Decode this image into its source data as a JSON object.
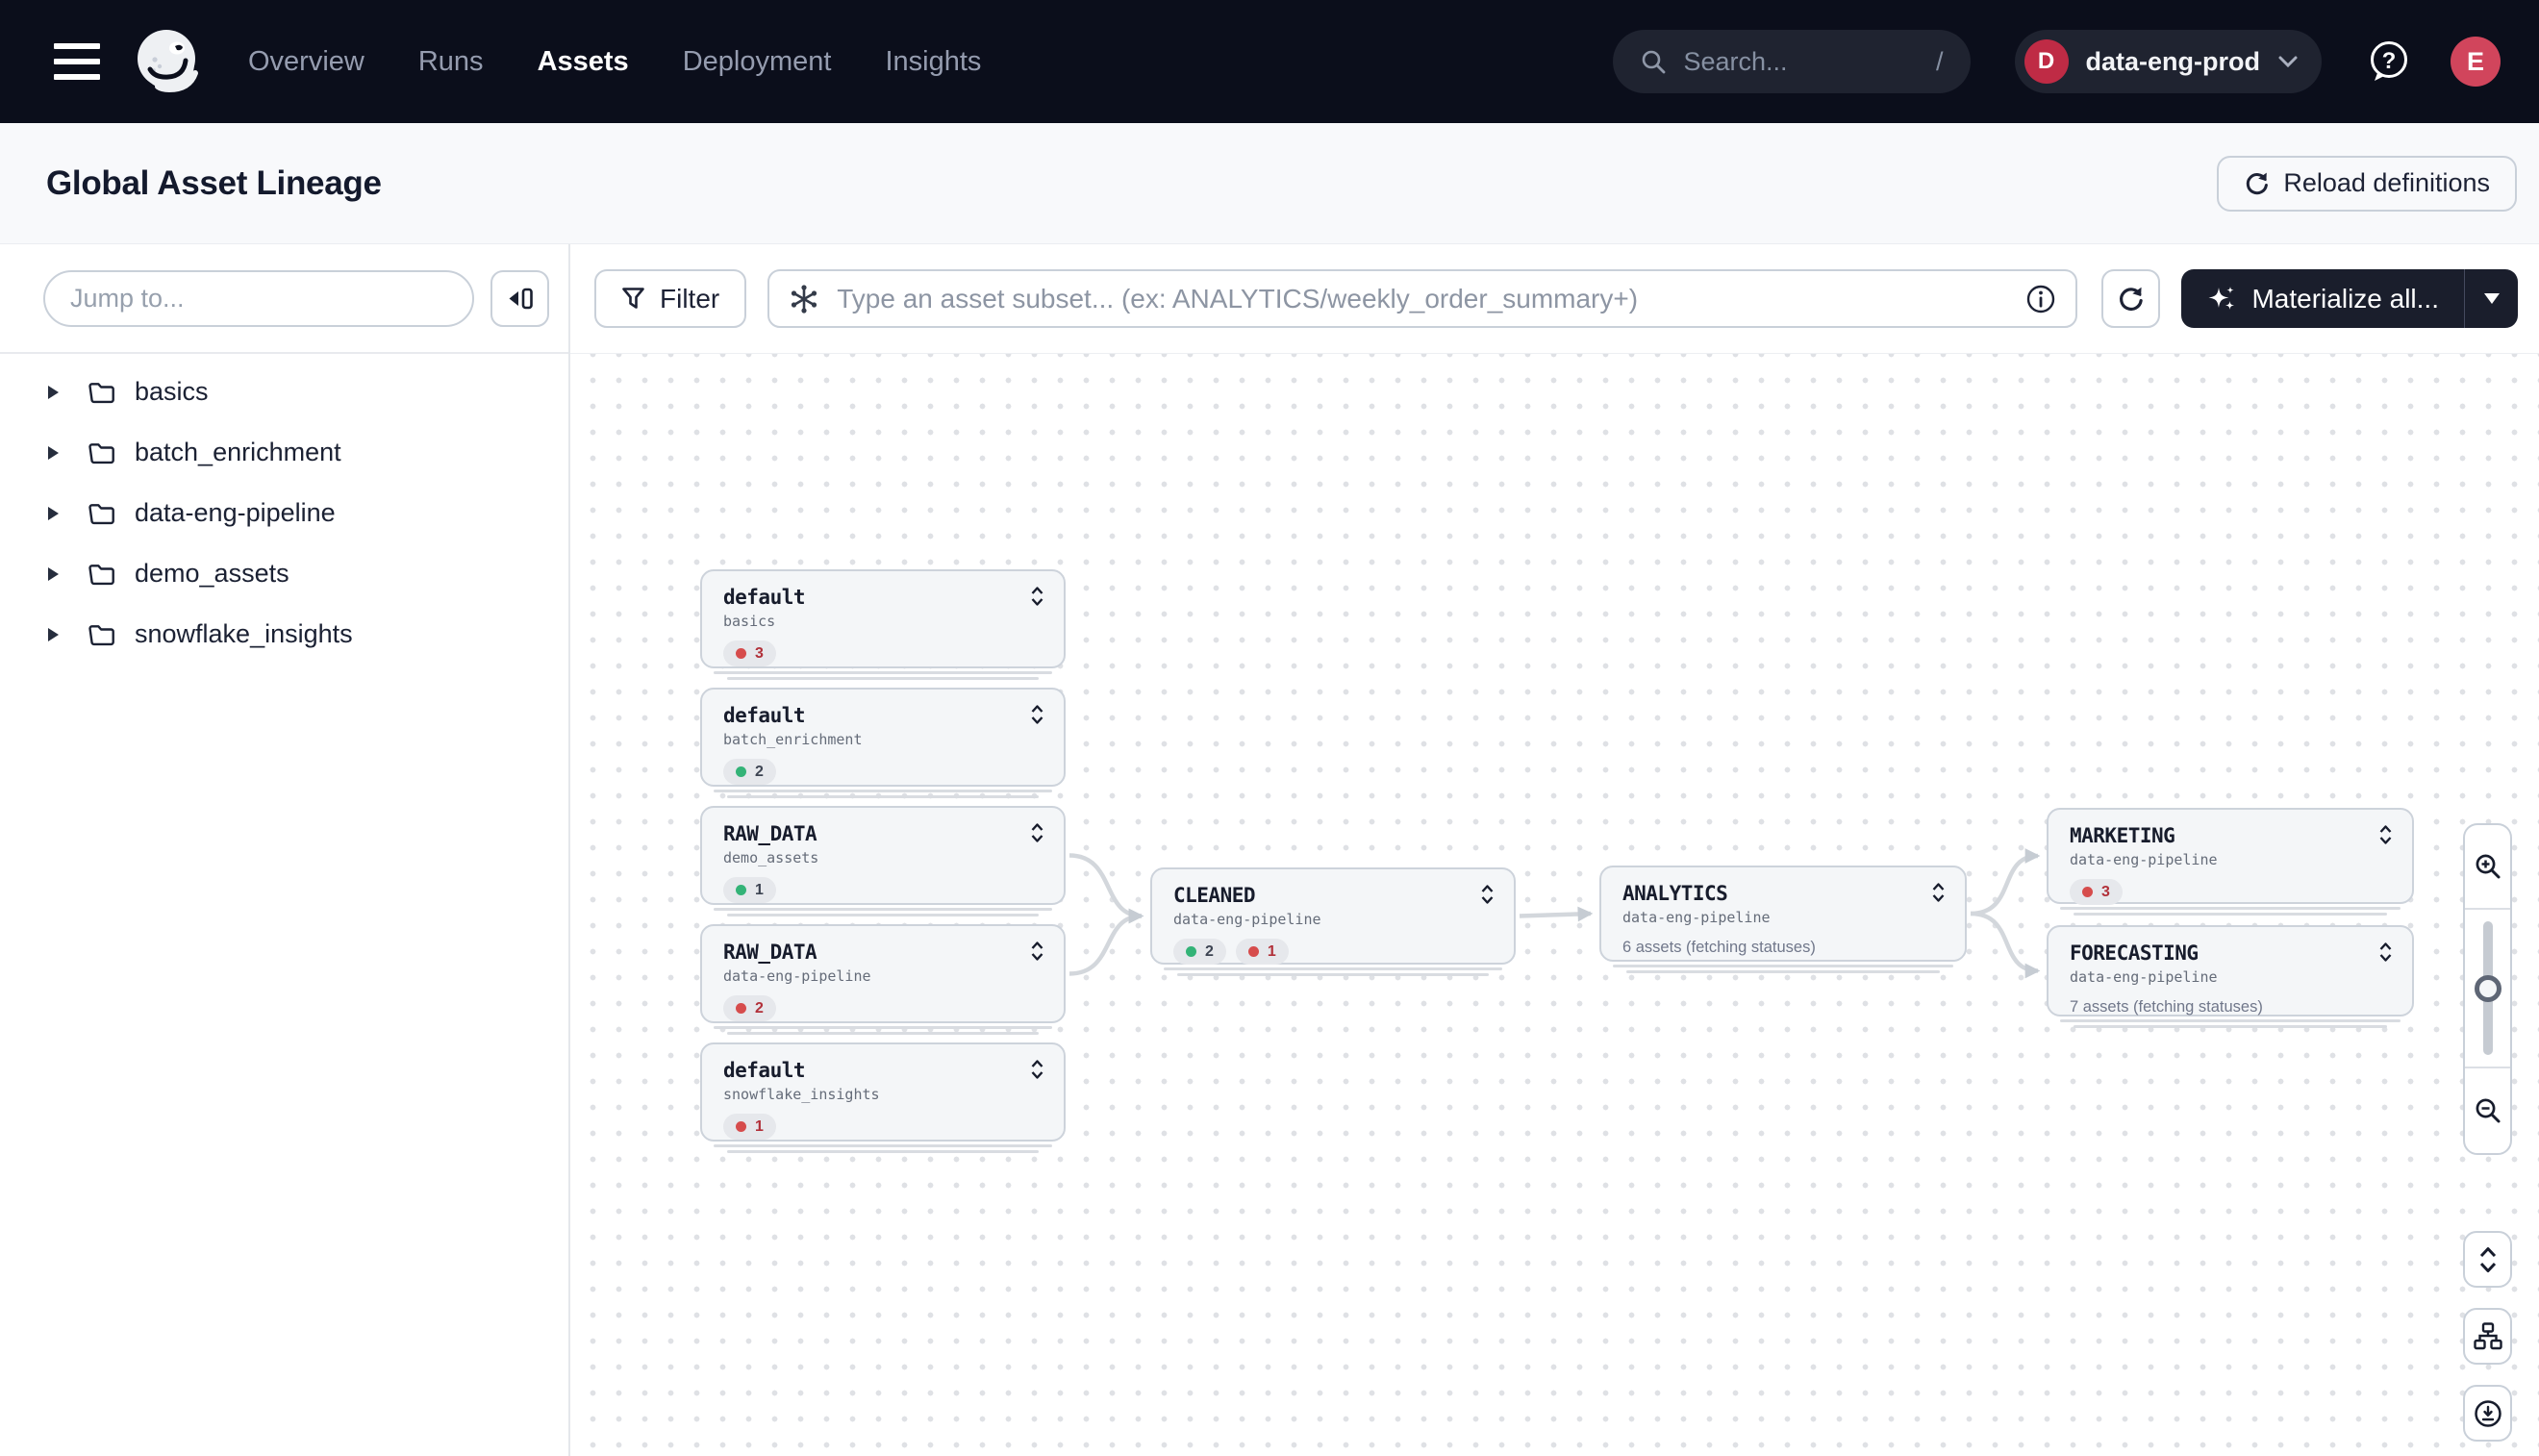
{
  "nav": {
    "items": [
      {
        "label": "Overview",
        "active": false
      },
      {
        "label": "Runs",
        "active": false
      },
      {
        "label": "Assets",
        "active": true
      },
      {
        "label": "Deployment",
        "active": false
      },
      {
        "label": "Insights",
        "active": false
      }
    ],
    "search_placeholder": "Search...",
    "search_shortcut": "/",
    "deployment": {
      "initial": "D",
      "name": "data-eng-prod"
    },
    "user_initial": "E"
  },
  "header": {
    "title": "Global Asset Lineage",
    "reload_label": "Reload definitions"
  },
  "sidebar": {
    "jump_placeholder": "Jump to...",
    "folders": [
      "basics",
      "batch_enrichment",
      "data-eng-pipeline",
      "demo_assets",
      "snowflake_insights"
    ]
  },
  "toolbar": {
    "filter_label": "Filter",
    "subset_placeholder": "Type an asset subset... (ex: ANALYTICS/weekly_order_summary+)",
    "materialize_label": "Materialize all..."
  },
  "colors": {
    "failed_dot": "#d64c4c",
    "failed_text": "#b13039",
    "success_dot": "#33b377",
    "success_text": "#3d4452"
  },
  "graph": {
    "nodes": [
      {
        "id": "default_basics",
        "title": "default",
        "repo": "basics",
        "badges": [
          {
            "status": "failed",
            "count": "3"
          }
        ]
      },
      {
        "id": "default_batch",
        "title": "default",
        "repo": "batch_enrichment",
        "badges": [
          {
            "status": "success",
            "count": "2"
          }
        ]
      },
      {
        "id": "raw_demo",
        "title": "RAW_DATA",
        "repo": "demo_assets",
        "badges": [
          {
            "status": "success",
            "count": "1"
          }
        ]
      },
      {
        "id": "raw_dep",
        "title": "RAW_DATA",
        "repo": "data-eng-pipeline",
        "badges": [
          {
            "status": "failed",
            "count": "2"
          }
        ]
      },
      {
        "id": "default_snowflake",
        "title": "default",
        "repo": "snowflake_insights",
        "badges": [
          {
            "status": "failed",
            "count": "1"
          }
        ]
      },
      {
        "id": "cleaned",
        "title": "CLEANED",
        "repo": "data-eng-pipeline",
        "badges": [
          {
            "status": "success",
            "count": "2"
          },
          {
            "status": "failed",
            "count": "1"
          }
        ]
      },
      {
        "id": "analytics",
        "title": "ANALYTICS",
        "repo": "data-eng-pipeline",
        "status_text": "6 assets (fetching statuses)"
      },
      {
        "id": "marketing",
        "title": "MARKETING",
        "repo": "data-eng-pipeline",
        "badges": [
          {
            "status": "failed",
            "count": "3"
          }
        ]
      },
      {
        "id": "forecasting",
        "title": "FORECASTING",
        "repo": "data-eng-pipeline",
        "status_text": "7 assets (fetching statuses)"
      }
    ],
    "edges": [
      {
        "from": "raw_demo",
        "to": "cleaned"
      },
      {
        "from": "raw_dep",
        "to": "cleaned"
      },
      {
        "from": "cleaned",
        "to": "analytics"
      },
      {
        "from": "analytics",
        "to": "marketing"
      },
      {
        "from": "analytics",
        "to": "forecasting"
      }
    ]
  }
}
